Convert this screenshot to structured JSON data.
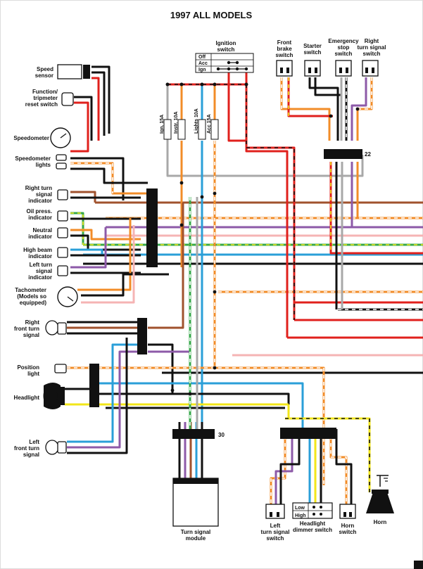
{
  "title": "1997 ALL MODELS",
  "colors": {
    "black": "#111111",
    "red": "#e0201c",
    "orange": "#f28c28",
    "blue": "#2a9fd8",
    "green": "#36a84a",
    "yellow": "#f2e619",
    "violet": "#8d5aa8",
    "brown": "#a0522d",
    "gray": "#a8a8a8",
    "white": "#ffffff",
    "pink": "#f5b4b4"
  },
  "ignition_switch": {
    "label_line1": "Ignition",
    "label_line2": "switch",
    "positions": [
      "Off",
      "Acc",
      "Ign"
    ]
  },
  "fuses": [
    "Ign. 15A",
    "Instr. 10A",
    "Lights 10A",
    "Acc 15A"
  ],
  "components_left": [
    {
      "id": "speed-sensor",
      "lines": [
        "Speed",
        "sensor"
      ]
    },
    {
      "id": "function-tripmeter",
      "lines": [
        "Function/",
        "tripmeter",
        "reset switch"
      ]
    },
    {
      "id": "speedometer",
      "lines": [
        "Speedometer"
      ]
    },
    {
      "id": "speedometer-lights",
      "lines": [
        "Speedometer",
        "lights"
      ]
    },
    {
      "id": "right-turn-indicator",
      "lines": [
        "Right turn",
        "signal",
        "indicator"
      ]
    },
    {
      "id": "oil-press-indicator",
      "lines": [
        "Oil press.",
        "indicator"
      ]
    },
    {
      "id": "neutral-indicator",
      "lines": [
        "Neutral",
        "indicator"
      ]
    },
    {
      "id": "high-beam-indicator",
      "lines": [
        "High beam",
        "indicator"
      ]
    },
    {
      "id": "left-turn-indicator",
      "lines": [
        "Left turn",
        "signal",
        "indicator"
      ]
    },
    {
      "id": "tachometer",
      "lines": [
        "Tachometer",
        "(Models so",
        "equipped)"
      ]
    },
    {
      "id": "right-front-turn",
      "lines": [
        "Right",
        "front turn",
        "signal"
      ]
    },
    {
      "id": "position-light",
      "lines": [
        "Position",
        "light"
      ]
    },
    {
      "id": "headlight",
      "lines": [
        "Headlight"
      ]
    },
    {
      "id": "left-front-turn",
      "lines": [
        "Left",
        "front turn",
        "signal"
      ]
    }
  ],
  "components_top": [
    {
      "id": "front-brake-switch",
      "lines": [
        "Front",
        "brake",
        "switch"
      ]
    },
    {
      "id": "starter-switch",
      "lines": [
        "Starter",
        "switch"
      ]
    },
    {
      "id": "emergency-stop-switch",
      "lines": [
        "Emergency",
        "stop",
        "switch"
      ]
    },
    {
      "id": "right-turn-signal-switch",
      "lines": [
        "Right",
        "turn signal",
        "switch"
      ]
    }
  ],
  "components_bottom": [
    {
      "id": "turn-signal-module",
      "lines": [
        "Turn signal",
        "module"
      ]
    },
    {
      "id": "left-turn-signal-switch",
      "lines": [
        "Left",
        "turn signal",
        "switch"
      ]
    },
    {
      "id": "headlight-dimmer-switch",
      "lines": [
        "Headlight",
        "dimmer switch"
      ]
    },
    {
      "id": "horn-switch",
      "lines": [
        "Horn",
        "switch"
      ]
    },
    {
      "id": "horn",
      "lines": [
        "Horn"
      ]
    }
  ],
  "dimmer_positions": [
    "Low",
    "High"
  ],
  "connector_numbers": [
    "22",
    "30"
  ]
}
